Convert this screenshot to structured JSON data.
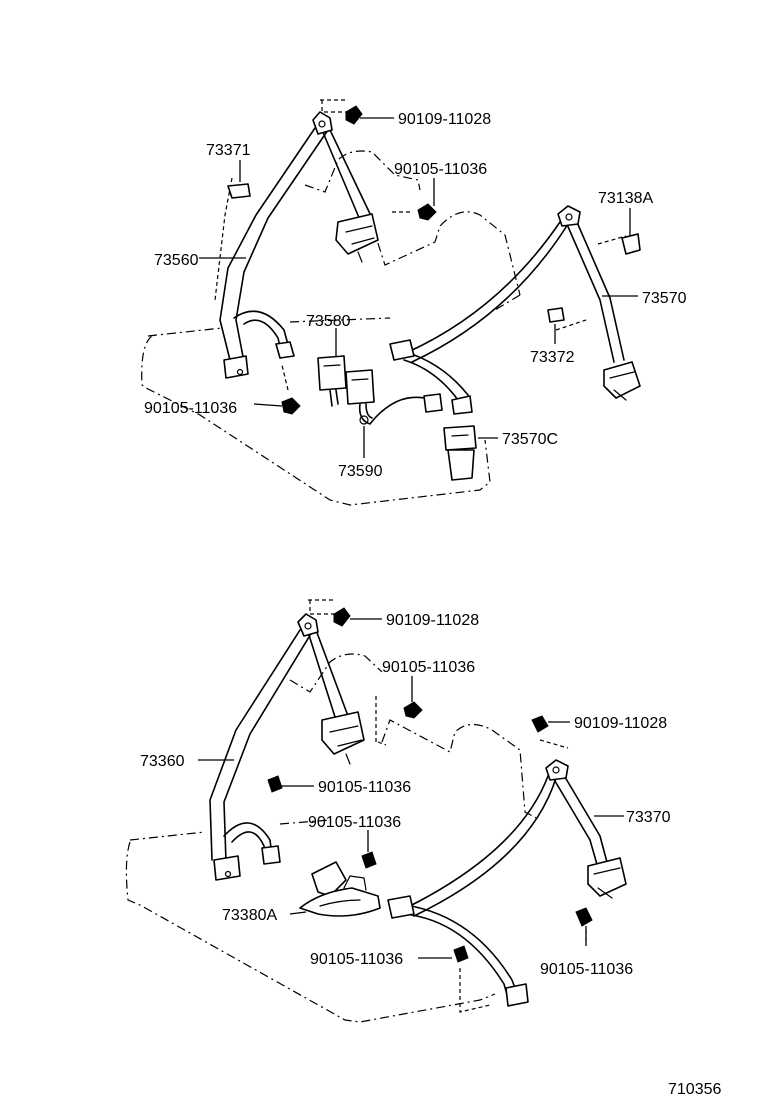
{
  "top": {
    "labels": {
      "bolt_upper": "90109-11028",
      "bolt_retractor": "90105-11036",
      "cover_left": "73371",
      "belt_left": "73560",
      "cover_right": "73138A",
      "belt_right": "73570",
      "cover_small": "73372",
      "buckle_a": "73580",
      "bolt_lower": "90105-11036",
      "buckle_center": "73570C",
      "buckle_b": "73590"
    }
  },
  "bottom": {
    "labels": {
      "bolt_upper": "90109-11028",
      "bolt_retractor": "90105-11036",
      "bolt_upper_right": "90109-11028",
      "belt_left": "73360",
      "bolt_mid": "90105-11036",
      "belt_right": "73370",
      "bolt_buckle": "90105-11036",
      "buckle": "73380A",
      "bolt_right_lower": "90105-11036",
      "bolt_floor": "90105-11036"
    }
  },
  "diagram_id": "710356"
}
